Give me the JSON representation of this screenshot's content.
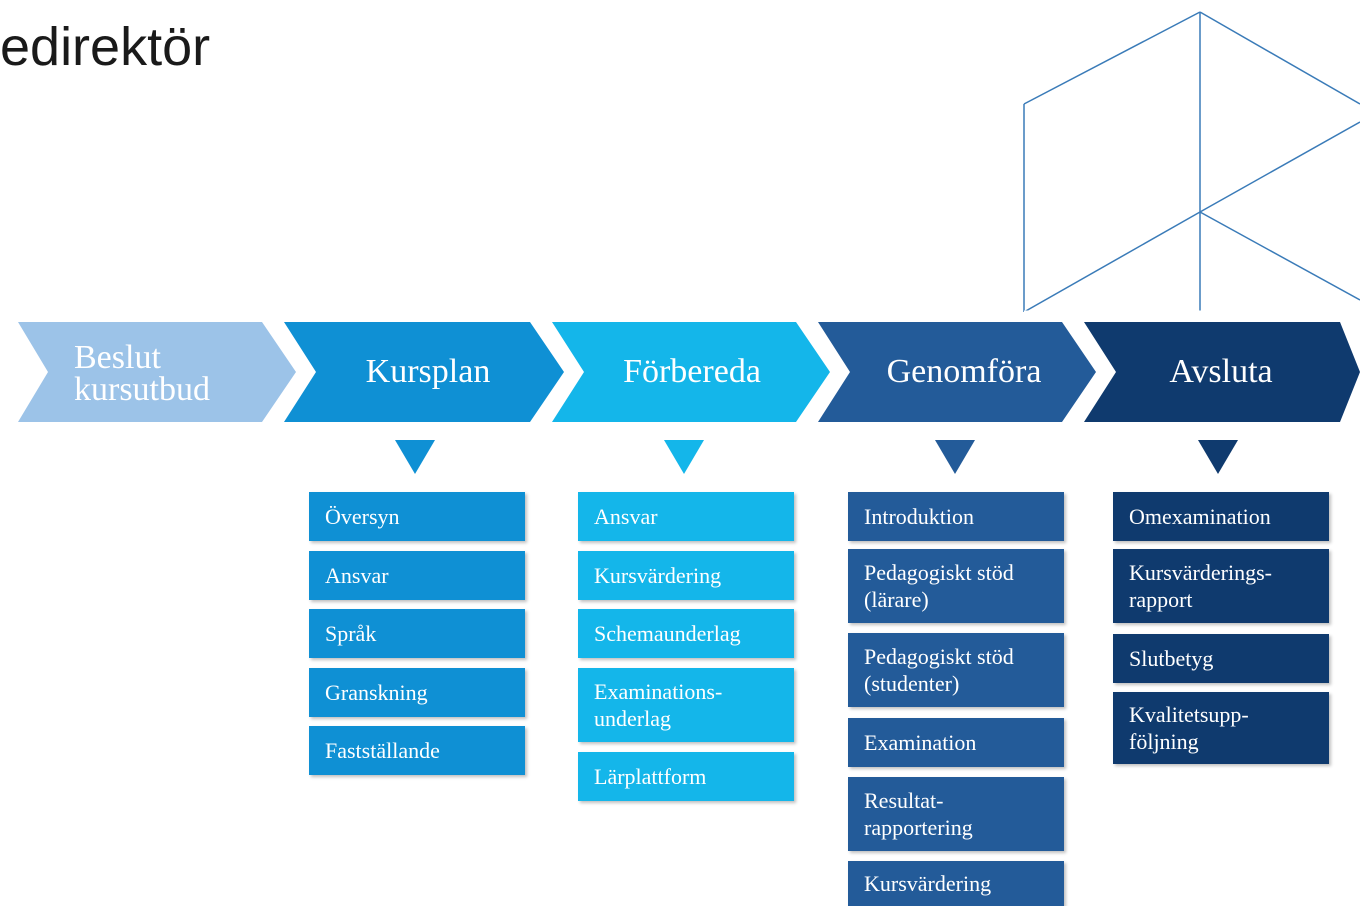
{
  "title": "edirektör",
  "colors": {
    "stage1": "#9cc3e8",
    "stage2": "#0f90d4",
    "stage3": "#14b6ea",
    "stage4": "#235b99",
    "stage5": "#0f3a6e",
    "decor_line": "#3a7bb8"
  },
  "stages": [
    {
      "label_line1": "Beslut",
      "label_line2": "kursutbud"
    },
    {
      "label": "Kursplan"
    },
    {
      "label": "Förbereda"
    },
    {
      "label": "Genomföra"
    },
    {
      "label": "Avsluta"
    }
  ],
  "columns": [
    {
      "stage": "Kursplan",
      "items": [
        "Översyn",
        "Ansvar",
        "Språk",
        "Granskning",
        "Fastställande"
      ]
    },
    {
      "stage": "Förbereda",
      "items": [
        "Ansvar",
        "Kursvärdering",
        "Schemaunderlag",
        "Examinations-\nunderlag",
        "Lärplattform"
      ]
    },
    {
      "stage": "Genomföra",
      "items": [
        "Introduktion",
        "Pedagogiskt stöd\n(lärare)",
        "Pedagogiskt stöd\n(studenter)",
        "Examination",
        "Resultat-\nrapportering",
        "Kursvärdering"
      ]
    },
    {
      "stage": "Avsluta",
      "items": [
        "Omexamination",
        "Kursvärderings-\nrapport",
        "Slutbetyg",
        "Kvalitetsupp-\nföljning"
      ]
    }
  ]
}
